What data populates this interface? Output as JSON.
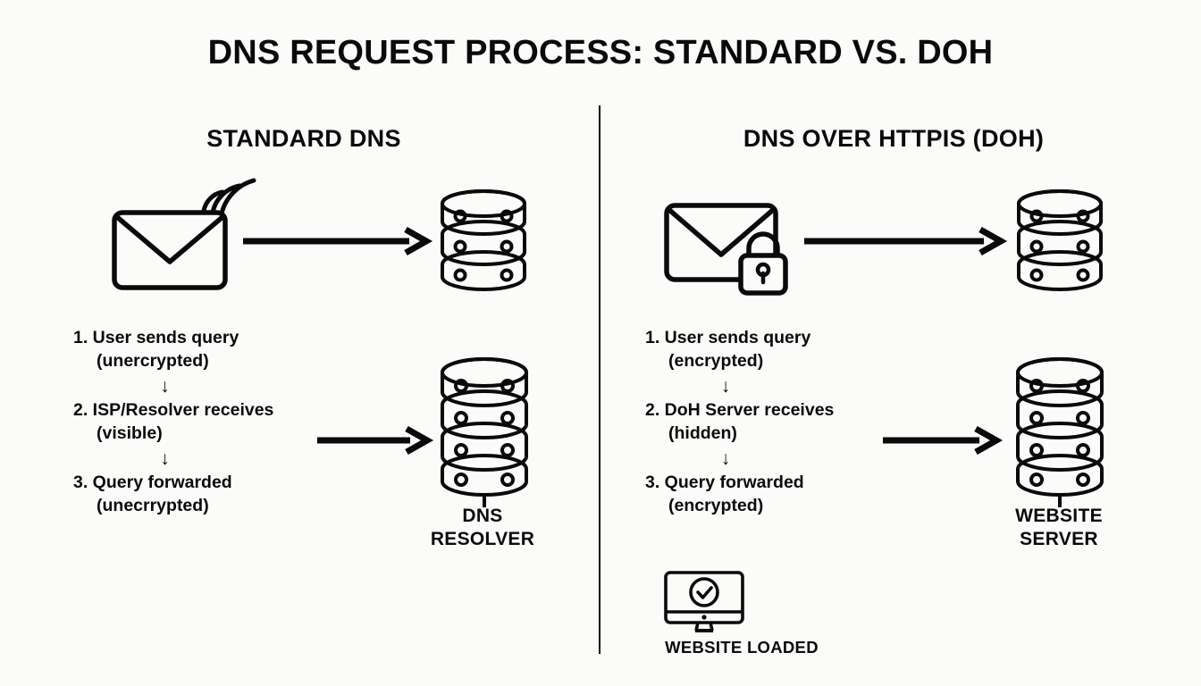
{
  "title": "DNS REQUEST PROCESS: STANDARD VS. DOH",
  "colors": {
    "background": "#fbfbf9",
    "ink": "#0a0a0a"
  },
  "columns": {
    "standard": {
      "heading": "STANDARD DNS",
      "source_icon": "envelope-wifi-icon",
      "steps": [
        {
          "main": "1. User sends query",
          "sub": "(unercrypted)"
        },
        {
          "main": "2. ISP/Resolver receives",
          "sub": "(visible)"
        },
        {
          "main": "3. Query forwarded",
          "sub": "(unecrrypted)"
        }
      ],
      "step_arrow": "↓",
      "top_target_icon": "database-stack-3-icon",
      "target_icon": "database-stack-4-icon",
      "target_label_line1": "DNS",
      "target_label_line2": "RESOLVER",
      "flow_arrow": "→"
    },
    "doh": {
      "heading": "DNS OVER HTTPIS (DOH)",
      "source_icon": "envelope-lock-icon",
      "steps": [
        {
          "main": "1. User sends query",
          "sub": "(encrypted)"
        },
        {
          "main": "2. DoH Server receives",
          "sub": "(hidden)"
        },
        {
          "main": "3. Query forwarded",
          "sub": "(encrypted)"
        }
      ],
      "step_arrow": "↓",
      "top_target_icon": "database-stack-3-icon",
      "target_icon": "database-stack-4-icon",
      "target_label_line1": "WEBSITE",
      "target_label_line2": "SERVER",
      "flow_arrow": "→",
      "result_icon": "monitor-check-icon",
      "result_label": "WEBSITE LOADED"
    }
  }
}
